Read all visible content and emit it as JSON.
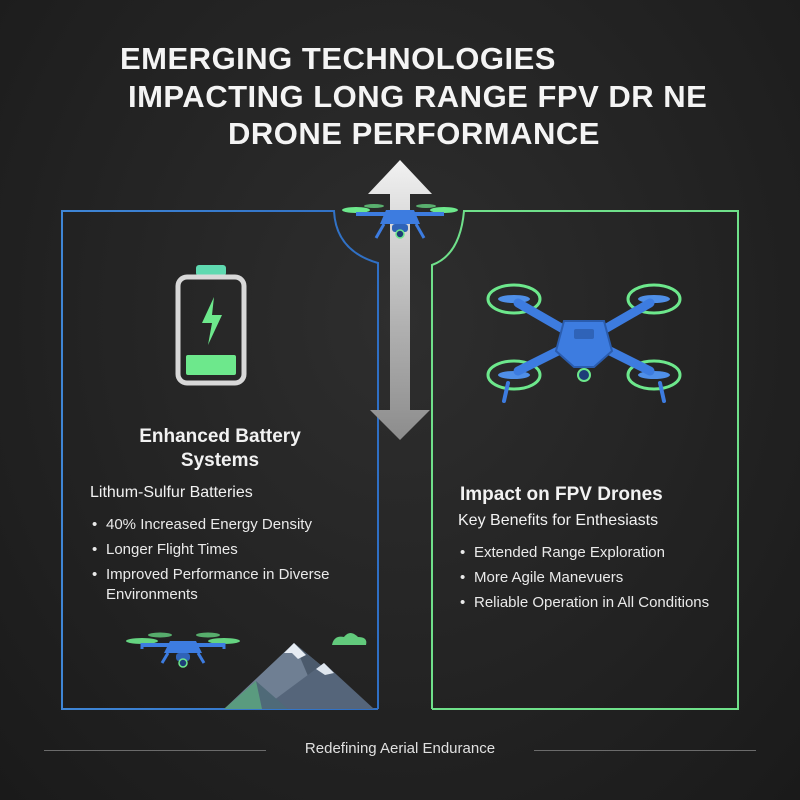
{
  "title": {
    "line1": "EMERGING TECHNOLOGIES",
    "line2": "IMPACTING LONG RANGE FPV DR  NE",
    "line3": "DRONE PERFORMANCE"
  },
  "left_panel": {
    "heading_line1": "Enhanced Battery",
    "heading_line2": "Systems",
    "subheading": "Lithum-Sulfur Batteries",
    "bullets": [
      "40% Increased Energy Density",
      "Longer Flight Times",
      "Improved Performance in Diverse Environments"
    ],
    "icon": "battery-charging-icon",
    "illustration": "drone-over-mountains"
  },
  "right_panel": {
    "heading": "Impact on FPV Drones",
    "subheading": "Key Benefits for Enthesiasts",
    "bullets": [
      "Extended Range Exploration",
      "More Agile Manevuers",
      "Reliable Operation in All Conditions"
    ],
    "icon": "quadcopter-drone-icon"
  },
  "footer": {
    "text": "Redefining Aerial Endurance"
  },
  "colors": {
    "left_border": "#3f86d6",
    "right_border": "#6fe08a",
    "drone_blue": "#3d7ce0",
    "accent_green": "#6de88c",
    "background": "#232323"
  }
}
